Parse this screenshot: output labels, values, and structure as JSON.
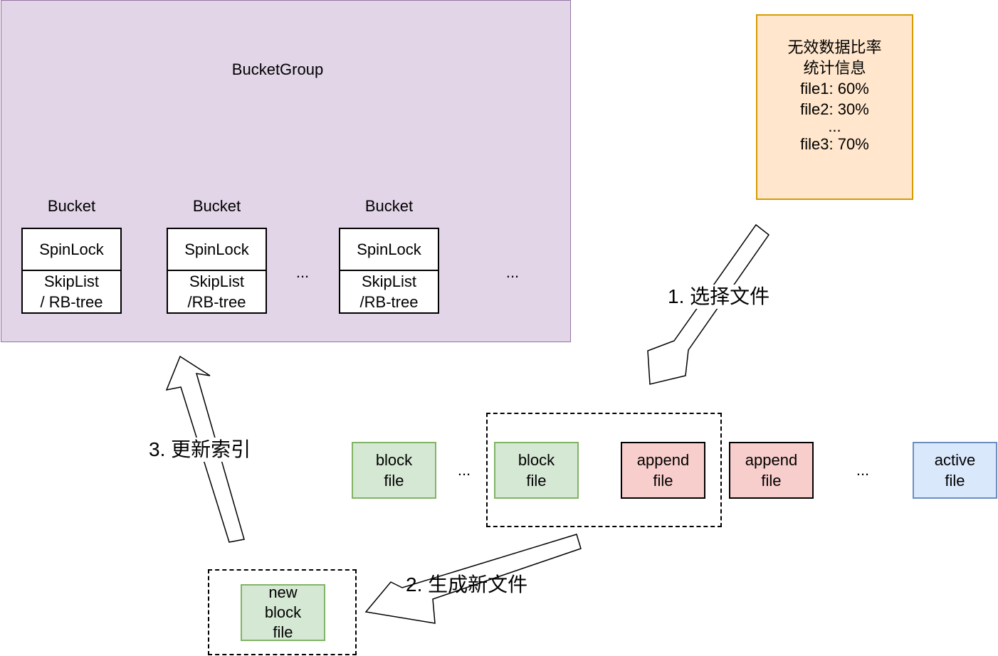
{
  "bucket_group": {
    "title": "BucketGroup",
    "buckets": [
      {
        "header": "Bucket",
        "lock": "SpinLock",
        "index": "SkipList\n/ RB-tree"
      },
      {
        "header": "Bucket",
        "lock": "SpinLock",
        "index": "SkipList\n/RB-tree"
      },
      {
        "header": "Bucket",
        "lock": "SpinLock",
        "index": "SkipList\n/RB-tree"
      }
    ],
    "ellipsis_between": "...",
    "ellipsis_after": "..."
  },
  "stats": {
    "lines": [
      "无效数据比率",
      "统计信息",
      "file1: 60%",
      "file2: 30%",
      "...",
      "file3: 70%"
    ]
  },
  "files": {
    "block_file_1": "block\nfile",
    "ellipsis_1": "...",
    "block_file_2": "block\nfile",
    "append_file_1": "append\nfile",
    "append_file_2": "append\nfile",
    "ellipsis_2": "...",
    "active_file": "active\nfile",
    "new_block_file": "new\nblock\nfile"
  },
  "steps": {
    "step1": "1. 选择文件",
    "step2": "2. 生成新文件",
    "step3": "3. 更新索引"
  },
  "colors": {
    "bucket_group_fill": "#e1d5e7",
    "bucket_group_stroke": "#9673a6",
    "stats_fill": "#ffe6cc",
    "stats_stroke": "#d79b00",
    "block_fill": "#d5e8d4",
    "block_stroke": "#82b366",
    "append_fill": "#f8cecc",
    "active_fill": "#dae8fc",
    "active_stroke": "#6c8ebf"
  }
}
